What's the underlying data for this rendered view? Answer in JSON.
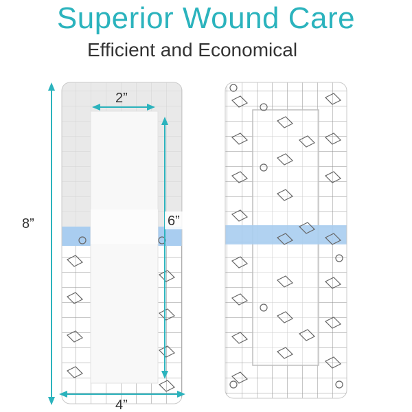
{
  "header": {
    "title": "Superior Wound Care",
    "subtitle": "Efficient and Economical"
  },
  "dimensions": {
    "total_length": "8”",
    "pad_width": "2”",
    "pad_length": "6”",
    "total_width": "4”"
  },
  "colors": {
    "accent": "#2bb3bd",
    "release_strip": "#a9cdf0",
    "grid_line": "#8f8f8f",
    "text": "#333333"
  },
  "icons": {
    "dimension_arrow": "double-arrow-icon",
    "liner_mark": "cutout-square-icon"
  }
}
